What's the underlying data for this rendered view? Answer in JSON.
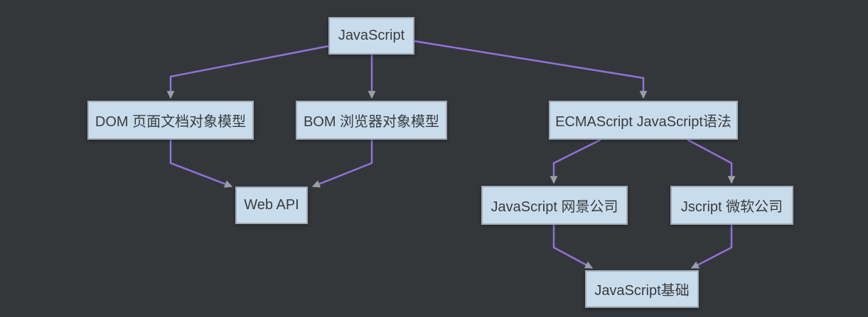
{
  "theme": {
    "canvas_bg": "#33373a",
    "node_fill": "#c9dcec",
    "node_border": "#a2abb5",
    "node_text": "#393c40",
    "edge_color": "#9271d9",
    "arrow_color": "#9aa0a6"
  },
  "diagram": {
    "type": "flowchart",
    "nodes": [
      {
        "id": "javascript",
        "label": "JavaScript"
      },
      {
        "id": "dom",
        "label": "DOM 页面文档对象模型"
      },
      {
        "id": "bom",
        "label": "BOM 浏览器对象模型"
      },
      {
        "id": "ecmascript",
        "label": "ECMAScript JavaScript语法"
      },
      {
        "id": "web-api",
        "label": "Web API"
      },
      {
        "id": "js-netscape",
        "label": "JavaScript 网景公司"
      },
      {
        "id": "jscript-microsoft",
        "label": "Jscript 微软公司"
      },
      {
        "id": "js-basic",
        "label": "JavaScript基础"
      }
    ],
    "edges": [
      {
        "from": "javascript",
        "to": "dom"
      },
      {
        "from": "javascript",
        "to": "bom"
      },
      {
        "from": "javascript",
        "to": "ecmascript"
      },
      {
        "from": "dom",
        "to": "web-api"
      },
      {
        "from": "bom",
        "to": "web-api"
      },
      {
        "from": "ecmascript",
        "to": "js-netscape"
      },
      {
        "from": "ecmascript",
        "to": "jscript-microsoft"
      },
      {
        "from": "js-netscape",
        "to": "js-basic"
      },
      {
        "from": "jscript-microsoft",
        "to": "js-basic"
      }
    ]
  }
}
